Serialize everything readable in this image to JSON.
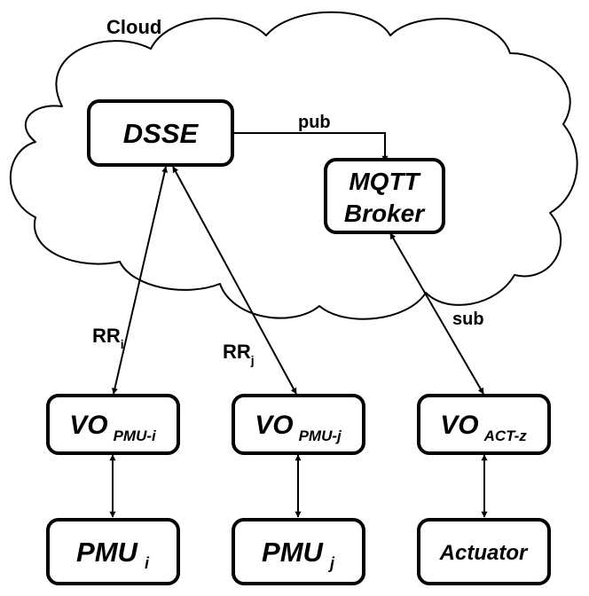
{
  "cloud": {
    "label": "Cloud"
  },
  "nodes": {
    "dsse": {
      "label": "DSSE"
    },
    "mqtt": {
      "line1": "MQTT",
      "line2": "Broker"
    },
    "vo_pmu_i": {
      "main": "VO",
      "sub": "PMU-i"
    },
    "vo_pmu_j": {
      "main": "VO",
      "sub": "PMU-j"
    },
    "vo_act_z": {
      "main": "VO",
      "sub": "ACT-z"
    },
    "pmu_i": {
      "main": "PMU",
      "sub": "i"
    },
    "pmu_j": {
      "main": "PMU",
      "sub": "j"
    },
    "actuator": {
      "label": "Actuator"
    }
  },
  "edges": {
    "pub": "pub",
    "sub": "sub",
    "rr_i": {
      "main": "RR",
      "sub": "i"
    },
    "rr_j": {
      "main": "RR",
      "sub": "j"
    }
  },
  "colors": {
    "stroke": "#000000",
    "fill": "#ffffff"
  }
}
